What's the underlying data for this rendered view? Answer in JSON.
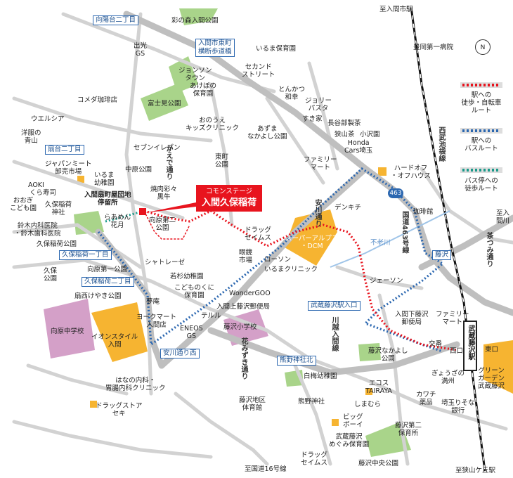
{
  "map": {
    "title": "入間久保稲荷",
    "callout_line1": "コモンステージ",
    "callout_line2": "入間久保稲荷",
    "north_label": "N",
    "route_shield": "463",
    "colors": {
      "walk_bike": "#e8141e",
      "bus": "#2b67b0",
      "bus_walk": "#1a9a8a",
      "shop": "#f6b431",
      "park": "#a9d48a",
      "school": "#d4a0c8",
      "road": "#cccccc",
      "rail": "#111111"
    }
  },
  "legend": [
    {
      "label": "駅への\n徒歩・自転車\nルート"
    },
    {
      "label": "駅への\nバスルート"
    },
    {
      "label": "バス停への\n徒歩ルート"
    }
  ],
  "directions": {
    "iruma_city_station": "至入間市駅",
    "sayamagaoka_station": "至狭山ケ丘駅",
    "route16": "至国道16号線",
    "irumagawa": "至入\n間川"
  },
  "roads": {
    "kaede": "かえで通り",
    "yasukawa": "安川通り",
    "hanamizuki": "花みずき通り",
    "kokudo463": "国道463号線",
    "chatsumi": "茶つみ通り",
    "kawagoe": "川越入間線",
    "seibu": "西武池袋線",
    "fujisawa_station": "武蔵藤沢駅",
    "river": "不老川"
  },
  "bus_stops": {
    "mukaiyo": "向陽台二丁目",
    "iruma_yokodan": "入間市東町\n横断歩道橋",
    "ogidai": "扇台二丁目",
    "kubo_inari1": "久保稲荷一丁目",
    "kubo_inari2": "久保稲荷二丁目",
    "yasukawa_nishi": "安川通り西",
    "kumano": "熊野神社北",
    "fujisawa_iriguchi": "武蔵藤沢駅入口",
    "fujisawa": "藤沢"
  },
  "places": {
    "sainomori": "彩の森入間公園",
    "idemitsu": "出光\nGS",
    "jonson": "ジョンソン\nタウン",
    "akebono": "あけぼの\n保育園",
    "second_street": "セカンド\nストリート",
    "iruma_hoikuen": "いるま保育園",
    "toyooka": "豊岡第一病院",
    "komeda": "コメダ珈琲店",
    "fujimi": "富士見公園",
    "tonkatsu": "とんかつ\n和幸",
    "jolly": "ジョリー\nパスタ",
    "sukiya": "すき家",
    "hasegawa": "長谷部製茶",
    "sayama_cha": "狭山茶",
    "kodera": "小沢園",
    "welcia": "ウエルシア",
    "aoyama": "洋服の\n青山",
    "oonoue": "おのうえ\nキッズクリニック",
    "azuma": "あずま\nなかよし公園",
    "honda": "Honda\nCars埼玉",
    "seven": "セブンイレブン",
    "japan_meat": "ジャパンミート\n卸売市場",
    "iruma_youchien": "いるま\n幼稚園",
    "chubara": "中原公園",
    "higashi_park": "東町\n公園",
    "family1": "ファミリー\nマート",
    "hardoff": "ハードオフ\n・オフハウス",
    "aoki": "AOKI",
    "kura": "くら寿司",
    "oogiko": "おおぎ\nこども園",
    "oogimachi_stop": "入間扇町屋団地\n停留所",
    "yakiniku": "焼肉彩々\n黒牛",
    "mukaihara2": "向原第二\n公園",
    "denkichi": "デンキチ",
    "coffee": "珈琲館",
    "kubo_shrine": "久保稲荷\n神社",
    "suzuki_clinic": "鈴木内科医院\n・鈴木歯科医院",
    "ramen": "らあめん\n花月",
    "drug_seims1": "ドラッグ\nセイムス",
    "super_alps": "スーパーアルプス\n・DCM",
    "kubo_park": "久保稲荷公園",
    "megane": "眼鏡\n市場",
    "lawson": "ローソン",
    "iruma_clinic": "いるまクリニック",
    "kubo_koen": "久保\n公園",
    "mukaihara1": "向原第一公園",
    "shatore": "シャトレーゼ",
    "wakasugi": "若杉幼稚園",
    "kodomo": "こどものくに\n保育園",
    "jason": "ジェーソン",
    "wondergoo": "WonderGOO",
    "ogi_park": "扇西けやき公園",
    "yume": "夢庵",
    "post1": "入間上藤沢郵便局",
    "tel": "テルル",
    "fujisawa_sho": "藤沢小学校",
    "mukaihara_chu": "向原中学校",
    "york": "ヨークマート\n入間店",
    "aeon": "イオンスタイル\n入間",
    "eneos": "ENEOS\nGS",
    "post2": "入間下藤沢\n郵便局",
    "family2": "ファミリー\nマート",
    "koban": "交番",
    "gyoza": "ぎょうざの\n満州",
    "nakayoshi": "藤沢なかよし\n公園",
    "shiraume": "白梅幼稚園",
    "ecos": "エコス\nTAIRAYA",
    "kawachi": "カワチ\n薬品",
    "hanano": "はなの内科・\n胃腸内科クリニック",
    "green": "グリーン\nガーデン\n武蔵藤沢",
    "drug_seki": "ドラッグストア\nセキ",
    "kumano_shrine": "熊野神社",
    "fujisawa_gym": "藤沢地区\n体育館",
    "shimamura": "しまむら",
    "big": "ビッグ\nボーイ",
    "saitama_bank": "埼玉りそな\n銀行",
    "megumi": "武蔵藤沢\nめぐみ保育園",
    "fujisawa2": "藤沢第二\n保育所",
    "drug_seims2": "ドラッグ\nセイムス",
    "fujisawa_chuo": "藤沢中央公園",
    "east_exit": "東口",
    "west_exit": "西口"
  }
}
